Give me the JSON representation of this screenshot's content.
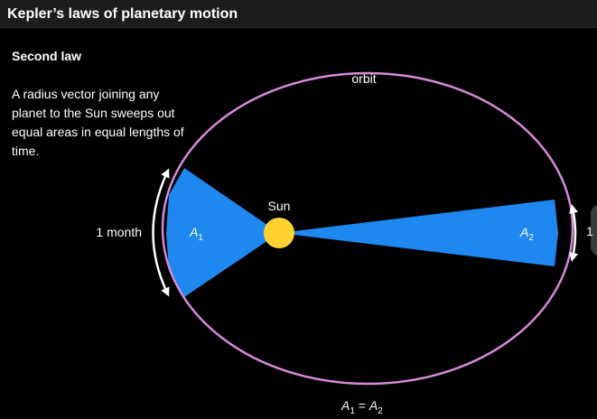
{
  "header": {
    "title": "Kepler’s laws of planetary motion"
  },
  "panel": {
    "subtitle": "Second law",
    "description": "A radius vector joining any planet to the Sun sweeps out equal areas in equal lengths of time."
  },
  "diagram": {
    "orbit_label": "orbit",
    "sun_label": "Sun",
    "time_label": "1 month",
    "edge_label": "1",
    "area1": {
      "letter": "A",
      "sub": "1"
    },
    "area2": {
      "letter": "A",
      "sub": "2"
    },
    "equation": {
      "left": "A",
      "left_sub": "1",
      "eq": " = ",
      "right": "A",
      "right_sub": "2"
    },
    "colors": {
      "orbit": "#d68ad8",
      "sun": "#ffd231",
      "sector": "#1f88f0",
      "arrow": "#ffffff",
      "background": "#000000"
    }
  }
}
